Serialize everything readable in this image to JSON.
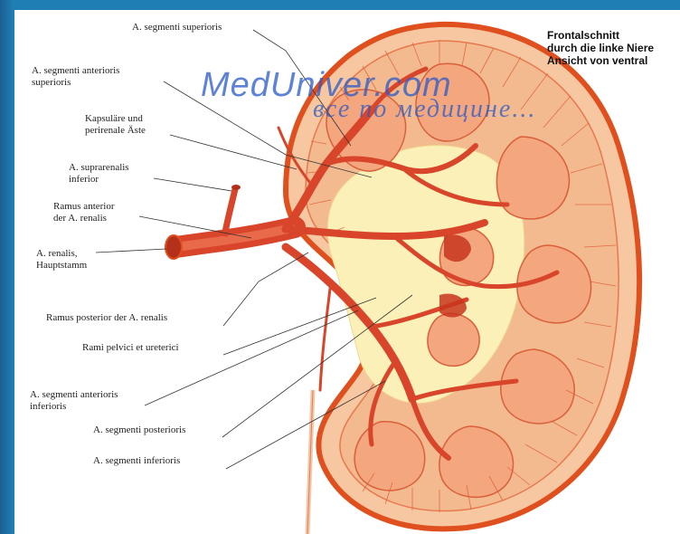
{
  "title_lines": [
    "Frontalschnitt",
    "durch die linke Niere",
    "Ansicht von ventral"
  ],
  "watermark": {
    "line1": "MedUniver.com",
    "line2": "все по медицине..."
  },
  "labels": {
    "segmenti_superioris": [
      "A. segmenti superioris"
    ],
    "segmenti_anterioris_superioris": [
      "A. segmenti anterioris",
      "superioris"
    ],
    "kapsulare": [
      "Kapsuläre und",
      "perirenale Äste"
    ],
    "suprarenalis": [
      "A. suprarenalis",
      "inferior"
    ],
    "ramus_anterior": [
      "Ramus anterior",
      "der A. renalis"
    ],
    "renalis_hauptstamm": [
      "A. renalis,",
      "Hauptstamm"
    ],
    "ramus_posterior": [
      "Ramus posterior der A. renalis"
    ],
    "rami_pelvici": [
      "Rami pelvici et ureterici"
    ],
    "segmenti_anterioris_inferioris": [
      "A. segmenti anterioris",
      "inferioris"
    ],
    "segmenti_posterioris": [
      "A. segmenti posterioris"
    ],
    "segmenti_inferioris": [
      "A. segmenti inferioris"
    ]
  }
}
